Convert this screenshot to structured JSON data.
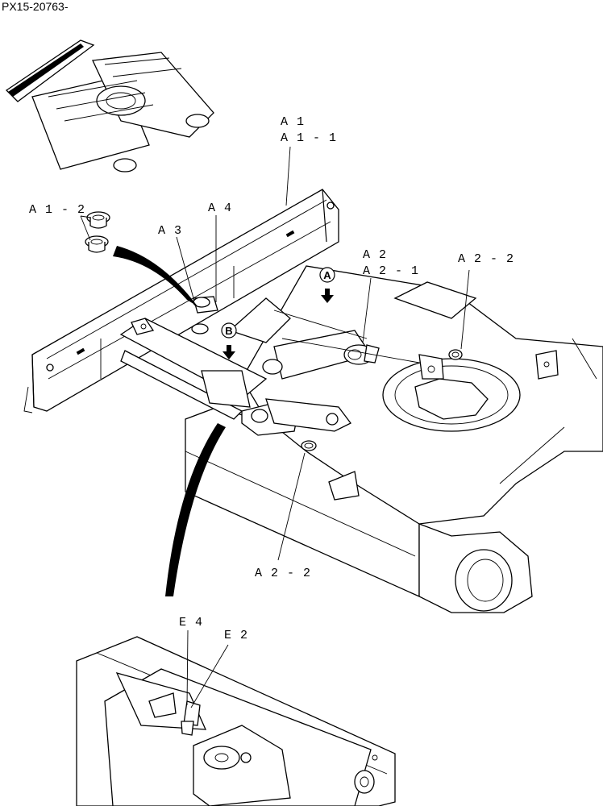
{
  "document_id": "PX15-20763-",
  "labels": {
    "a1": "A 1",
    "a1_1": "A 1 - 1",
    "a1_2": "A 1 - 2",
    "a3": "A 3",
    "a4": "A 4",
    "a2": "A 2",
    "a2_1": "A 2 - 1",
    "a2_2_top": "A 2 - 2",
    "a2_2_bottom": "A 2 - 2",
    "e4": "E 4",
    "e2": "E 2"
  },
  "callouts": {
    "view_a": "A",
    "view_b": "B"
  }
}
